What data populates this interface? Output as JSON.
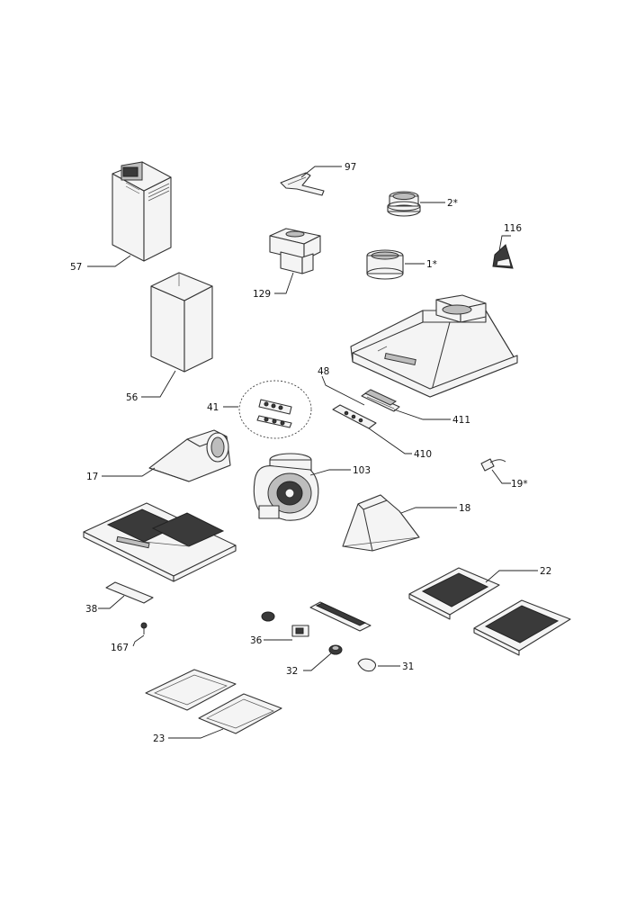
{
  "parts": [
    {
      "id": "p57",
      "label": "57"
    },
    {
      "id": "p56",
      "label": "56"
    },
    {
      "id": "p97",
      "label": "97"
    },
    {
      "id": "p2",
      "label": "2*"
    },
    {
      "id": "p129",
      "label": "129"
    },
    {
      "id": "p1",
      "label": "1*"
    },
    {
      "id": "p116",
      "label": "116"
    },
    {
      "id": "p48",
      "label": "48"
    },
    {
      "id": "p41",
      "label": "41"
    },
    {
      "id": "p411",
      "label": "411"
    },
    {
      "id": "p410",
      "label": "410"
    },
    {
      "id": "p17",
      "label": "17"
    },
    {
      "id": "p103",
      "label": "103"
    },
    {
      "id": "p19",
      "label": "19*"
    },
    {
      "id": "p18",
      "label": "18"
    },
    {
      "id": "p22",
      "label": "22"
    },
    {
      "id": "p38",
      "label": "38"
    },
    {
      "id": "p167",
      "label": "167"
    },
    {
      "id": "p36",
      "label": "36"
    },
    {
      "id": "p32",
      "label": "32"
    },
    {
      "id": "p31",
      "label": "31"
    },
    {
      "id": "p23",
      "label": "23"
    }
  ]
}
